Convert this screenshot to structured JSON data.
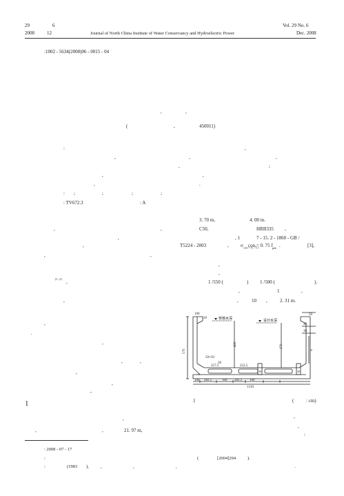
{
  "header": {
    "vol_left": "29",
    "no_left": "6",
    "year_left": "2008",
    "month_left": "12",
    "journal": "Journal of North China Institute of Water Conservancy and Hydroelectric Power",
    "vol_right": "Vol. 29 No. 6",
    "date_right": "Dec. 2008"
  },
  "article_no": ":1002 - 5634(2008)06 - 0015 - 04",
  "authors": {
    "sep1": ",",
    "sep2": ","
  },
  "affiliation": {
    "open": "(",
    "sep": ",",
    "postcode": "450011)"
  },
  "abstract_lines": [
    {
      "a": ":",
      "b": ","
    },
    {
      "a": ",",
      "b": ",",
      "c": ","
    },
    {
      "a": ",",
      "b": ";"
    },
    {
      "a": ",",
      "b": ","
    },
    {
      "a": ",",
      "b": "."
    },
    {
      "a": ":",
      "b": ";",
      "c": ";",
      "d": ";",
      "e": ";"
    }
  ],
  "classification": {
    "clc": ": TV672.3",
    "code": ": A"
  },
  "body": {
    "line1_a": "3. 70 m,",
    "line1_b": "4. 00 m.",
    "line2_a": ",",
    "line2_b": ",",
    "line2_c": "C50,",
    "line2_d": "HRB335",
    "line2_e": ",",
    "line3_a": ",",
    "line3_b": ", 1",
    "line3_c": "7 - 15. 2 - 1860 - GB /",
    "line4_a": ",",
    "line4_b": "T5224 - 2003",
    "line4_c": ",",
    "line4_formula": "con = 0. 75 f",
    "line4_sub": "ptk",
    "line4_d": ".",
    "line4_ref": "[3],",
    "line5_a": ",",
    "line5_b": ",",
    "line6_a": ",",
    "line7_a": ",",
    "line8_ref": "[1, 2]",
    "line8_a": ",",
    "line8_b": "1 /550 (",
    "line8_c": ")",
    "line8_d": "1 /500 (",
    "line8_e": ").",
    "line9_a": ",",
    "line9_b": "1",
    "line9_c": ",",
    "line10_a": ",",
    "line10_b": ",",
    "line10_c": "10",
    "line10_d": ",",
    "line10_e": "2. 31 m.",
    "left_marks": [
      ",",
      ".",
      ",",
      ",",
      ",",
      ",",
      ",",
      ",",
      "."
    ],
    "section_number": "1",
    "bottom1_a": ",",
    "bottom2_a": ",",
    "bottom2_b": ",",
    "bottom2_c": "21. 97 m,"
  },
  "figure": {
    "caption_num": "1",
    "caption_unit_open": "(",
    "caption_unit": ": cm)",
    "labels": {
      "top_left": "100",
      "top_left2": "20",
      "check_level": "校核水深",
      "design_level": "设计水深",
      "right_top": "50",
      "right_48": "48",
      "right_30": "30",
      "left_height": "570",
      "depth_400": "400",
      "depth_370": "370",
      "fillet": "50×50",
      "small_30": "30",
      "span_257": "257.5",
      "span_252": "252.5",
      "web_30a": "30",
      "web_30b": "30",
      "web_10": "10",
      "bot_100a": "100",
      "bot_282a": "282.5",
      "bot_100b": "100",
      "bot_282b": "282.5",
      "bot_100c": "100",
      "total": "1310"
    }
  },
  "right_marks": [
    ",",
    ",",
    ":"
  ],
  "footnotes": {
    "received": ": 2008 - 07 - 17",
    "fund_a": ":",
    "fund_b": "(",
    "fund_c": "[2004]294",
    "fund_d": ").",
    "author_a": ":",
    "author_b": "(1983",
    "author_c": "),",
    "author_d": ",",
    "author_e": ",",
    "author_f": ",",
    "author_g": "."
  }
}
